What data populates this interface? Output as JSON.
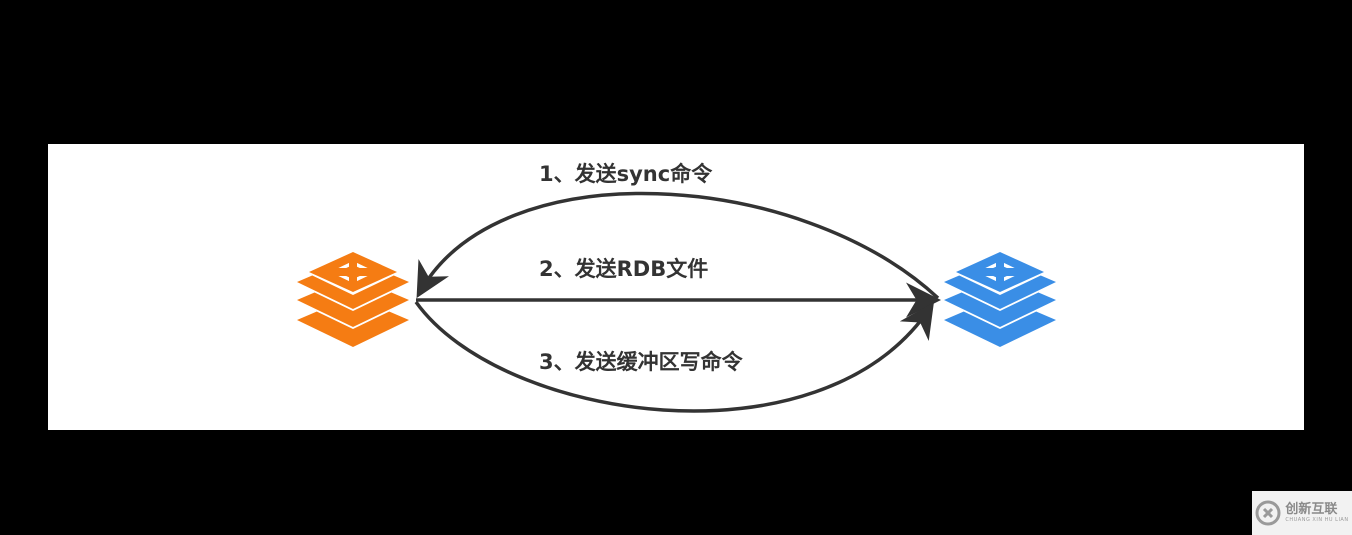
{
  "diagram": {
    "edges": [
      {
        "label": "1、发送sync命令",
        "from": "replica",
        "to": "master"
      },
      {
        "label": "2、发送RDB文件",
        "from": "master",
        "to": "replica"
      },
      {
        "label": "3、发送缓冲区写命令",
        "from": "master",
        "to": "replica"
      }
    ],
    "nodes": {
      "master": {
        "icon": "redis-stack-icon",
        "color": "#F57C13"
      },
      "replica": {
        "icon": "redis-stack-icon",
        "color": "#3A8EE6"
      }
    },
    "arrow_color": "#333333"
  },
  "watermark": {
    "icon": "cx-logo-icon",
    "text": "创新互联",
    "subtext": "CHUANG XIN HU LIAN"
  }
}
